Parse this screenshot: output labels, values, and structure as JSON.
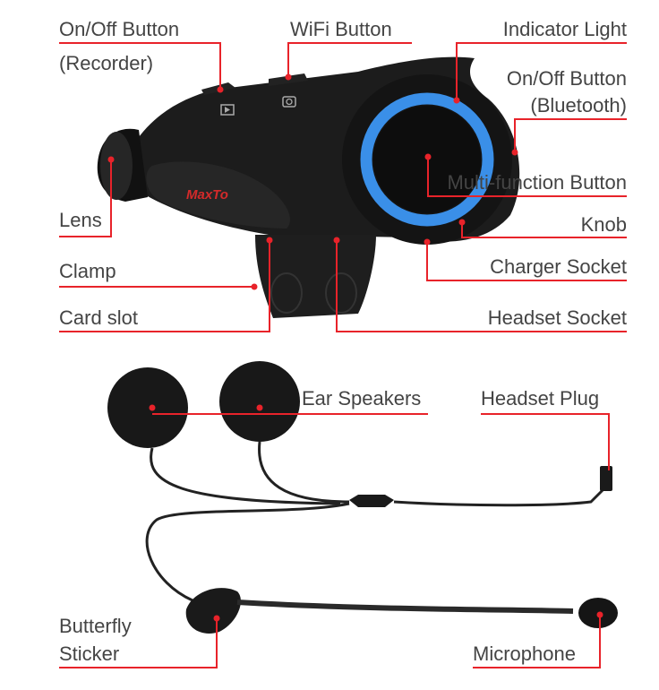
{
  "colors": {
    "accent": "#e8232a",
    "indicator_ring": "#3a8fe8",
    "device": "#1c1c1c",
    "text": "#444444"
  },
  "device": {
    "brand_logo": "MaxTo"
  },
  "labels": {
    "onoff_recorder_line1": "On/Off Button",
    "onoff_recorder_line2": "(Recorder)",
    "wifi_button": "WiFi Button",
    "indicator_light": "Indicator Light",
    "onoff_bluetooth_line1": "On/Off Button",
    "onoff_bluetooth_line2": "(Bluetooth)",
    "multifunction_button": "Multi-function Button",
    "knob": "Knob",
    "charger_socket": "Charger Socket",
    "headset_socket": "Headset Socket",
    "lens": "Lens",
    "clamp": "Clamp",
    "card_slot": "Card slot",
    "ear_speakers": "Ear Speakers",
    "headset_plug": "Headset Plug",
    "butterfly_line1": "Butterfly",
    "butterfly_line2": "Sticker",
    "microphone": "Microphone"
  }
}
